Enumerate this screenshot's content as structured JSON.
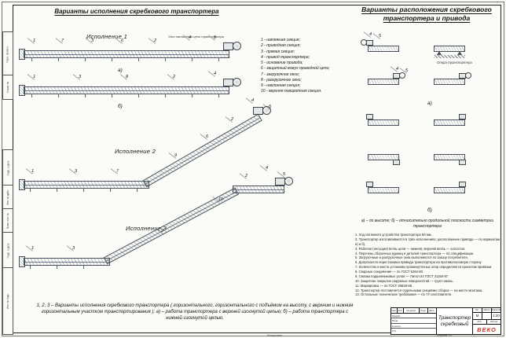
{
  "titles": {
    "left": "Варианты исполнения скребкового транспортера",
    "right": "Варианты расположения скребкового транспортера и привода"
  },
  "margin_labels": [
    "Перв. примен.",
    "Справ. №",
    "Подп. и дата",
    "Инв. № дубл.",
    "Взам. инв. №",
    "Подп. и дата",
    "Инв. № подл."
  ],
  "executions": {
    "e1": "Исполнение  1",
    "e2": "Исполнение  2",
    "e3": "Исполнение  3",
    "a": "а)",
    "b": "б)",
    "tension_label": "Узел натяжения цепи транспортера"
  },
  "parts_list": [
    "1 -  натяжная секция;",
    "2 -  приводная секция;",
    "3 -  прямая секция;",
    "4 -  привод транспортера;",
    "5 -  основание привода;",
    "6 -  защитный кожух приводной цепи;",
    "7 -  загрузочное окно;",
    "8 -  разгрузочное окно;",
    "9 -  наклонная секция;",
    "10 - верхняя поворотная секция."
  ],
  "callouts": {
    "e1a": [
      "1",
      "7",
      "3",
      "6",
      "2",
      "4",
      "5"
    ],
    "e1b": [
      "1",
      "3",
      "8",
      "2",
      "4"
    ],
    "e2": [
      "1",
      "3",
      "7",
      "9",
      "6",
      "2",
      "4",
      "5"
    ],
    "e3": [
      "1",
      "3",
      "9",
      "10",
      "2",
      "4",
      "5"
    ],
    "rp": [
      "4",
      "5",
      "4",
      "5"
    ]
  },
  "right_panel": {
    "support_label": "Опора транспортера",
    "a": "а)",
    "b": "б)",
    "caption": "а) – по высоте;   б) – относительно продольной плоскости симметрии транспортера",
    "notes": [
      "1. Ход натяжного устройства транспортера 50 мм.",
      "2. Транспортер изготавливается в трёх исполнениях; расположение привода — по вариантам а) и б).",
      "3. Рабочая (несущая) ветвь цепи — нижняя; верхняя ветвь — холостая.",
      "4. Перечень сборочных единиц и деталей транспортера — по спецификации.",
      "5. Загрузочные и разгрузочные окна выполняются по заказу потребителя.",
      "6. Допускается перестановка привода транспортера на противоположную сторону.",
      "7. Количество и места установки промежуточных опор определяются проектом привязки.",
      "8. Сварные соединения — по ГОСТ 5264-80.",
      "9. Смазка подшипниковых узлов — Литол-24 ГОСТ 21150-87.",
      "10. Защитное покрытие наружных поверхностей — грунт-эмаль.",
      "11. Маркировка — по ГОСТ 26828-86.",
      "12. Транспортер поставляется отдельными секциями; сборка — на месте монтажа.",
      "13. Остальные технические требования — по ТУ изготовителя."
    ]
  },
  "bottom_note": "1, 2, 3 – Варианты исполнения скребкового транспортера ( горизонтального, горизонтального с подъёмом на высоту, с верхним и нижним горизонтальным участком транспортирования );  а) – работа транспортера с верхней изогнутой цепью;  б) – работа транспортера с нижней изогнутой цепью.",
  "title_block": {
    "header": [
      "Изм.",
      "Лист",
      "№ докум.",
      "Подп.",
      "Дата"
    ],
    "roles": [
      "Разраб.",
      "Пров.",
      "Н.контр.",
      "Утв."
    ],
    "name_line1": "Транспортер",
    "name_line2": "скребковый",
    "lit_label": "Лит.",
    "mass_label": "Масса",
    "scale_label": "Масштаб",
    "lit_value": "М",
    "scale_value": "1:20",
    "sheet_label": "Лист",
    "sheets_label": "Листов",
    "logo": "ВЕКО"
  },
  "footer": {
    "copy": "Копировал",
    "format": "Формат А3"
  }
}
